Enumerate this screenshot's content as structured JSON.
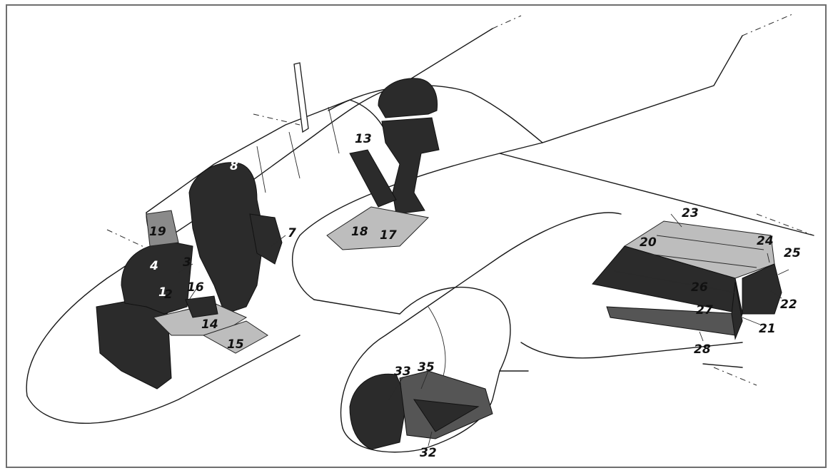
{
  "callouts": {
    "c1": "1",
    "c2": "2",
    "c3": "3",
    "c4": "4",
    "c7": "7",
    "c8": "8",
    "c13": "13",
    "c14": "14",
    "c15": "15",
    "c16": "16",
    "c17": "17",
    "c18": "18",
    "c19": "19",
    "c20": "20",
    "c21": "21",
    "c22": "22",
    "c23": "23",
    "c24": "24",
    "c25": "25",
    "c26": "26",
    "c27": "27",
    "c28": "28",
    "c32": "32",
    "c33": "33",
    "c35": "35"
  }
}
